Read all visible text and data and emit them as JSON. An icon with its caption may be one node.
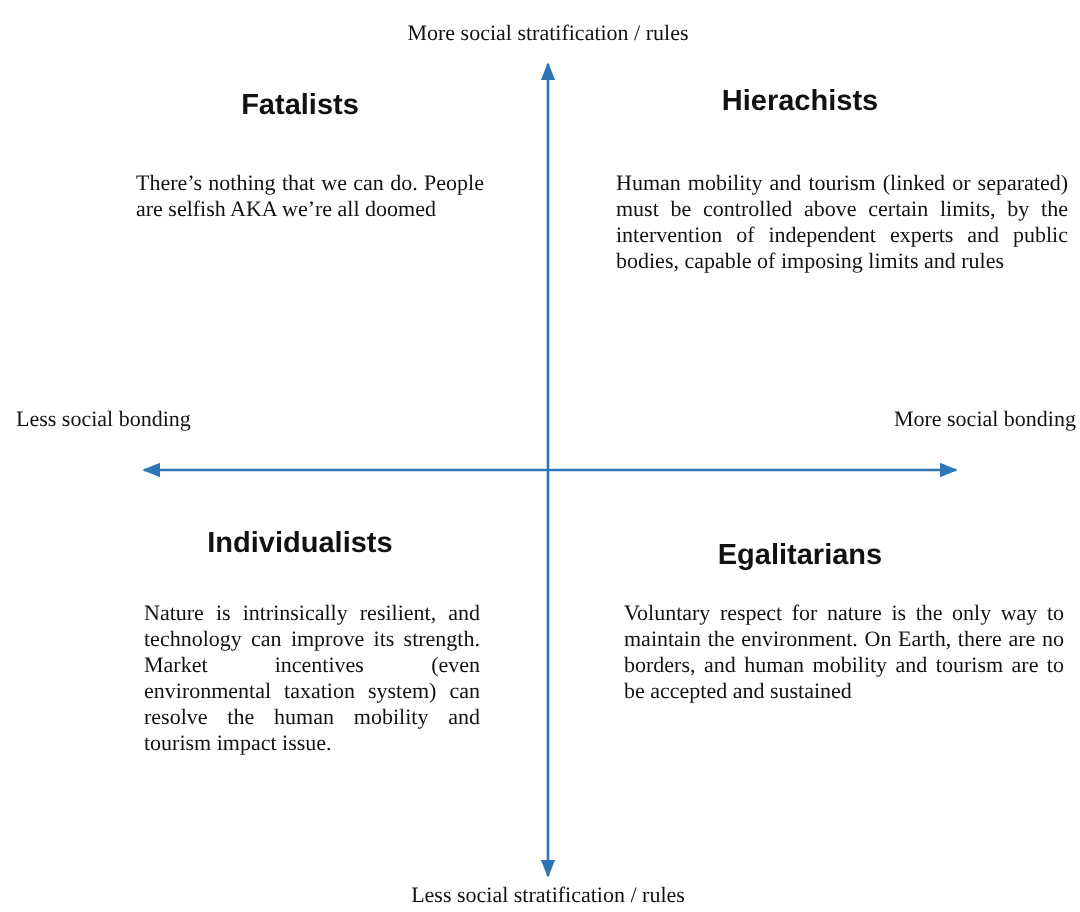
{
  "diagram": {
    "labels": [
      "More social stratification / rules",
      "Fatalists",
      "Hierachists",
      "There’s nothing that we can do. People are selfish AKA we’re all doomed",
      "Human mobility and tourism (linked or separated) must be controlled above certain limits, by the intervention of independent experts and public bodies, capable of imposing limits and rules",
      "Less social bonding",
      "More social bonding",
      "Individualists",
      "Egalitarians",
      "Nature is intrinsically resilient, and technology can improve its strength. Market incentives (even environmental taxation system) can resolve the human mobility and tourism impact issue.",
      "Voluntary respect for nature is the only way to maintain the environment. On Earth, there are no borders, and human mobility and tourism are to be accepted and sustained",
      "Less social stratification / rules"
    ]
  }
}
